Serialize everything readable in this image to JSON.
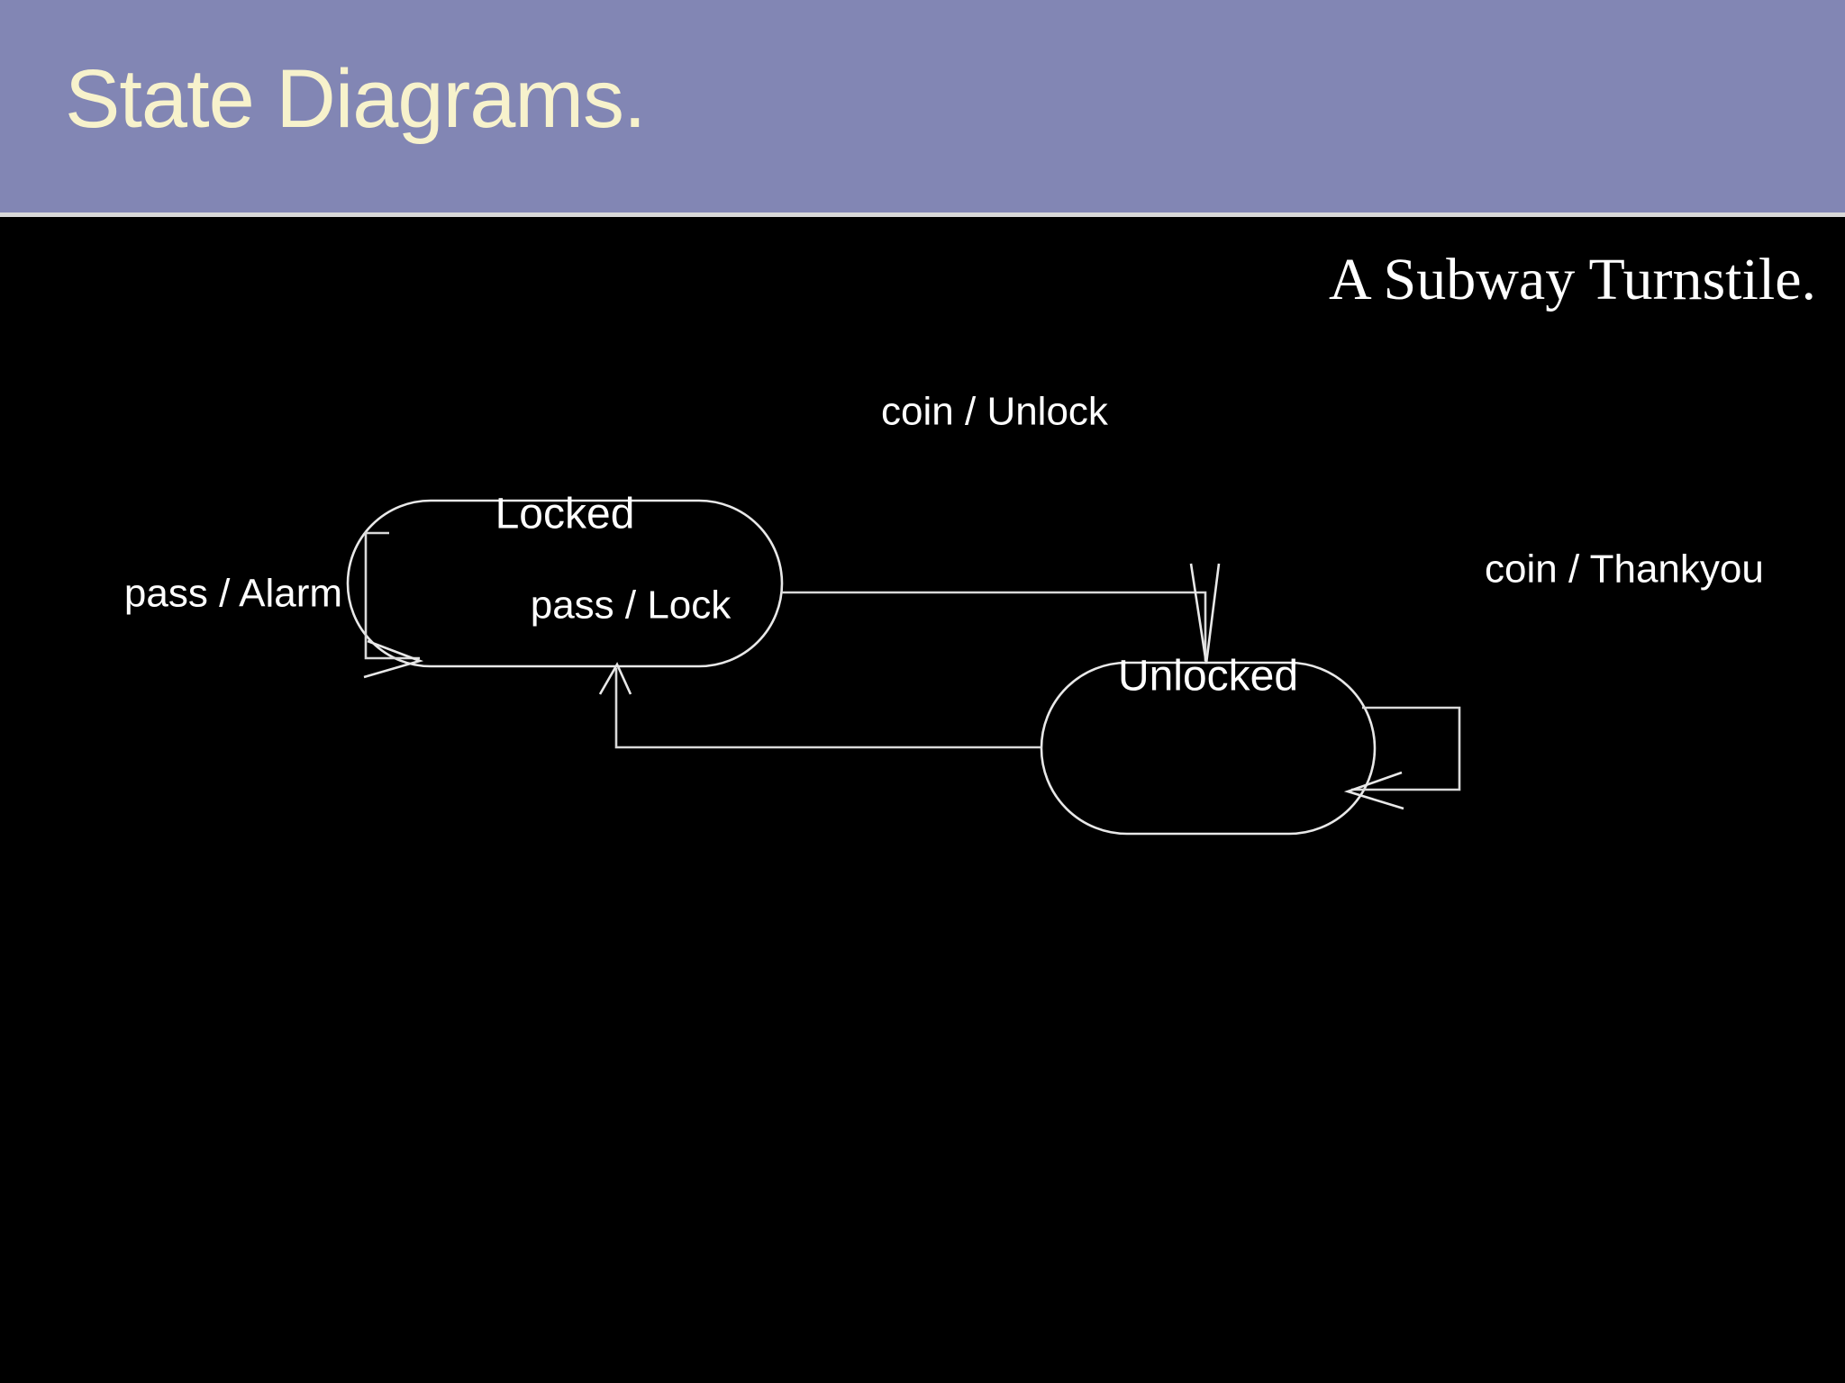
{
  "slide": {
    "title": "State Diagrams.",
    "subtitle": "A Subway Turnstile.",
    "title_bar_color": "#8286b4",
    "title_text_color": "#f7f2cc",
    "background_color": "#000000",
    "body_text_color": "#ffffff"
  },
  "diagram": {
    "type": "state-machine",
    "states": [
      {
        "id": "locked",
        "label": "Locked"
      },
      {
        "id": "unlocked",
        "label": "Unlocked"
      }
    ],
    "transitions": [
      {
        "id": "locked-self",
        "from": "locked",
        "to": "locked",
        "label": "pass / Alarm",
        "event": "pass",
        "action": "Alarm",
        "kind": "self-loop",
        "side": "left"
      },
      {
        "id": "locked-unlock",
        "from": "locked",
        "to": "unlocked",
        "label": "coin / Unlock",
        "event": "coin",
        "action": "Unlock",
        "kind": "orthogonal"
      },
      {
        "id": "unlocked-lock",
        "from": "unlocked",
        "to": "locked",
        "label": "pass / Lock",
        "event": "pass",
        "action": "Lock",
        "kind": "orthogonal"
      },
      {
        "id": "unlocked-self",
        "from": "unlocked",
        "to": "unlocked",
        "label": "coin / Thankyou",
        "event": "coin",
        "action": "Thankyou",
        "kind": "self-loop",
        "side": "right"
      }
    ]
  }
}
